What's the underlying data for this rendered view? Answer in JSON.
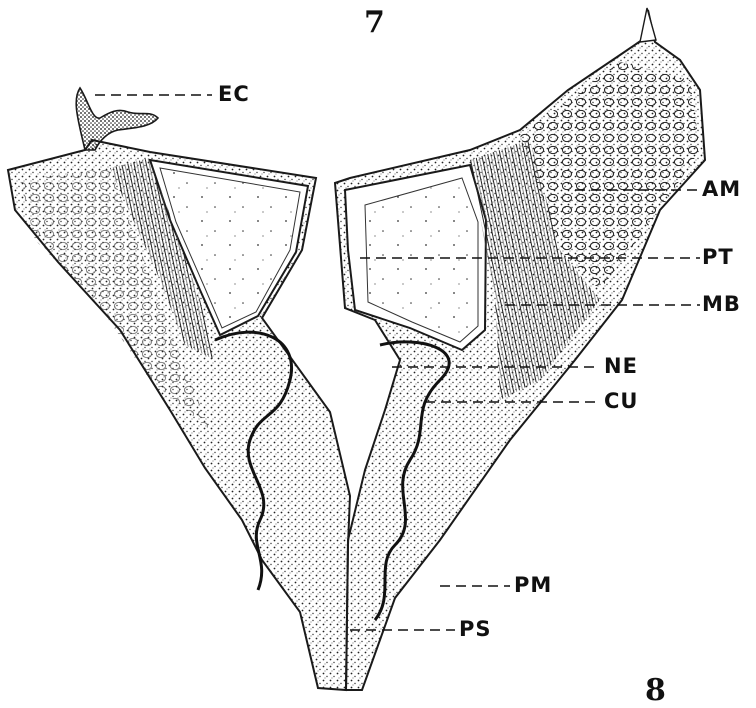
{
  "figure": {
    "number_top": "7",
    "number_bottom": "8"
  },
  "labels": {
    "ec": "EC",
    "am": "AM",
    "pt": "PT",
    "mb": "MB",
    "ne": "NE",
    "cu": "CU",
    "pm": "PM",
    "ps": "PS"
  },
  "colors": {
    "ink": "#1a1a1a",
    "paper": "#ffffff"
  }
}
